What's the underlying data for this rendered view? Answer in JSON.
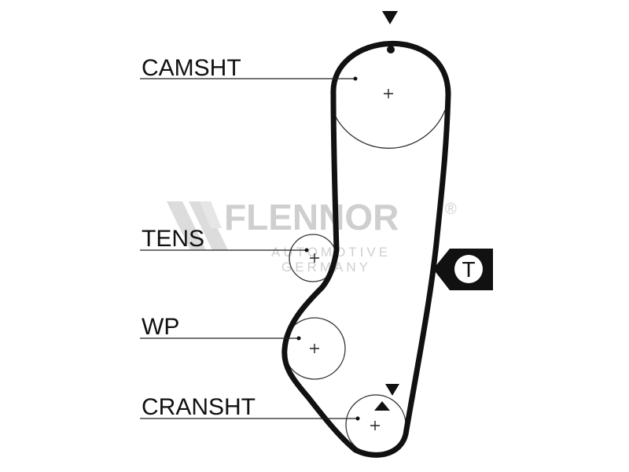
{
  "labels": {
    "camshaft": "CAMSHT",
    "tensioner": "TENS",
    "water_pump": "WP",
    "crankshaft": "CRANSHT"
  },
  "tension_marker": "T",
  "watermark": {
    "brand": "FLENNOR",
    "registered": "®",
    "line1": "AUTOMOTIVE",
    "line2": "GERMANY"
  },
  "colors": {
    "belt": "#111111",
    "pulley_outline": "#333333",
    "watermark": "#cfcfcf",
    "marker_bg": "#111111",
    "marker_fg": "#ffffff"
  },
  "icons": {
    "timing_mark": "triangle-down",
    "crank_mark": "double-triangle",
    "tension_badge": "circle-letter-on-arrow"
  }
}
